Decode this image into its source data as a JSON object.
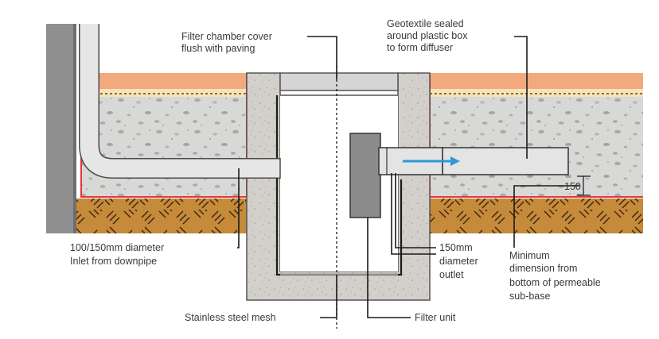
{
  "labels": {
    "filter_cover": [
      "Filter chamber cover",
      "flush with paving"
    ],
    "geotextile": [
      "Geotextile sealed",
      "around plastic box",
      "to form diffuser"
    ],
    "inlet": [
      "100/150mm diameter",
      "Inlet from downpipe"
    ],
    "outlet": [
      "150mm",
      "diameter",
      "outlet"
    ],
    "minimum": [
      "Minimum",
      "dimension from",
      "bottom of permeable",
      "sub-base"
    ],
    "mesh": "Stainless steel mesh",
    "filter_unit": "Filter unit",
    "dimension_value": "150"
  },
  "colors": {
    "paving": "#f3a97e",
    "bedding": "#f7e3b4",
    "subbase": "#d8d8d6",
    "aggregate_speck": "#a9a9a9",
    "subgrade": "#c58a3a",
    "subgrade_hatch": "#3a2410",
    "liner": "#e8323c",
    "concrete": "#d3d0cb",
    "pipe": "#e6e6e6",
    "wall": "#8f8f8f",
    "filter_unit": "#8c8c8c",
    "flow_arrow": "#2f98db"
  }
}
